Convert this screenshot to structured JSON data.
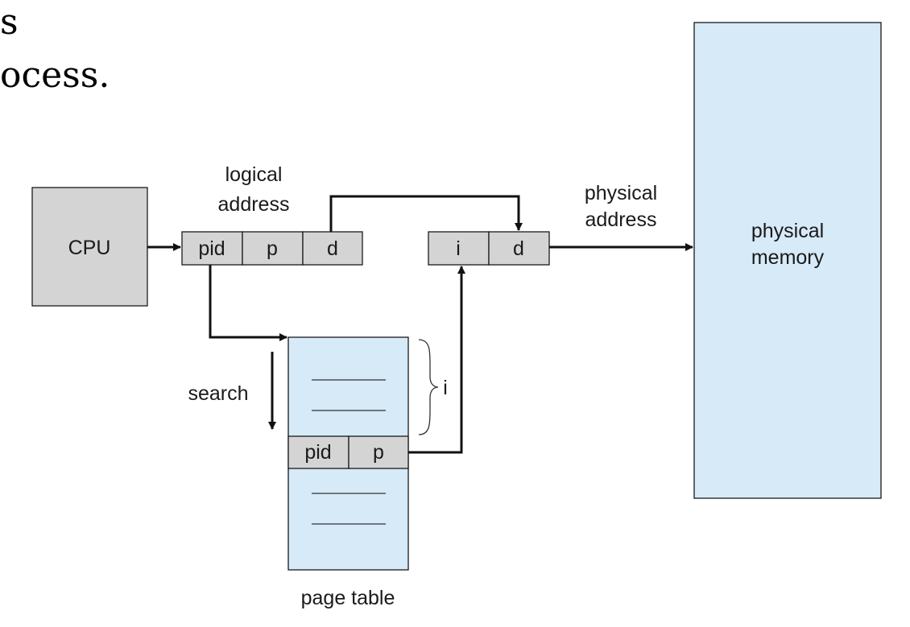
{
  "slide_text": {
    "line1": "s",
    "line2": "ocess."
  },
  "diagram": {
    "cpu_label": "CPU",
    "logical_address_label_line1": "logical",
    "logical_address_label_line2": "address",
    "logical_address_fields": [
      "pid",
      "p",
      "d"
    ],
    "physical_address_label_line1": "physical",
    "physical_address_label_line2": "address",
    "physical_address_fields": [
      "i",
      "d"
    ],
    "physical_memory_label_line1": "physical",
    "physical_memory_label_line2": "memory",
    "search_label": "search",
    "index_label": "i",
    "page_table_entry_fields": [
      "pid",
      "p"
    ],
    "page_table_label": "page table"
  },
  "colors": {
    "gray_box": "#d4d4d4",
    "blue_box": "#d6eaf8",
    "line": "#111111"
  }
}
